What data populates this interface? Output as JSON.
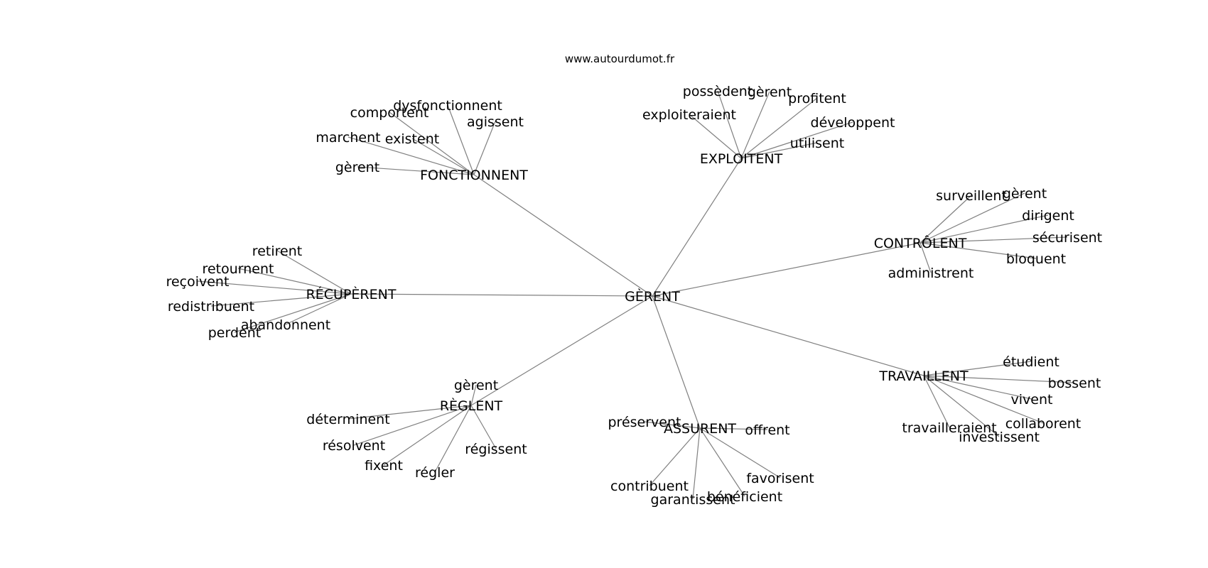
{
  "watermark": "www.autourdumot.fr",
  "graph": {
    "center": "GÈRENT",
    "groups": [
      {
        "label": "FONCTIONNENT",
        "leaves": [
          "dysfonctionnent",
          "comportent",
          "agissent",
          "marchent",
          "existent",
          "gèrent"
        ]
      },
      {
        "label": "EXPLOITENT",
        "leaves": [
          "possèdent",
          "gèrent",
          "profitent",
          "exploiteraient",
          "développent",
          "utilisent"
        ]
      },
      {
        "label": "CONTRÔLENT",
        "leaves": [
          "surveillent",
          "gèrent",
          "dirigent",
          "sécurisent",
          "bloquent",
          "administrent"
        ]
      },
      {
        "label": "RÉCUPÈRENT",
        "leaves": [
          "retirent",
          "retournent",
          "reçoivent",
          "redistribuent",
          "abandonnent",
          "perdent"
        ]
      },
      {
        "label": "TRAVAILLENT",
        "leaves": [
          "étudient",
          "bossent",
          "vivent",
          "collaborent",
          "investissent",
          "travailleraient"
        ]
      },
      {
        "label": "RÈGLENT",
        "leaves": [
          "gèrent",
          "déterminent",
          "résolvent",
          "fixent",
          "régler",
          "régissent"
        ]
      },
      {
        "label": "ASSURENT",
        "leaves": [
          "préservent",
          "offrent",
          "contribuent",
          "garantissent",
          "bénéficient",
          "favorisent"
        ]
      }
    ]
  }
}
